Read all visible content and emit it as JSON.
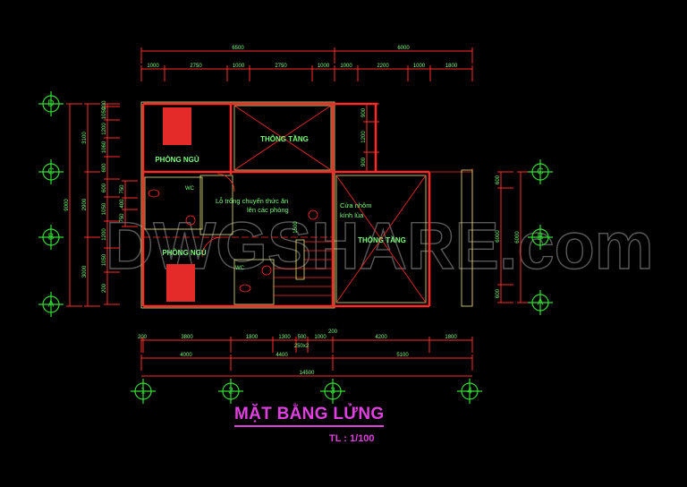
{
  "drawing": {
    "title": "MẶT BẰNG LỬNG",
    "scale": "TL : 1/100",
    "watermark": "DWGSHARE.com",
    "colors": {
      "background": "#000000",
      "walls": "#ff2a2a",
      "text": "#7CFC7C",
      "grid": "#33dd33",
      "title": "#e040e0"
    }
  },
  "rooms": {
    "bedroom_1": "PHÒNG NGỦ",
    "bedroom_2": "PHÒNG NGỦ",
    "void_1": "THÔNG TẦNG",
    "void_2": "THÔNG TẦNG",
    "wc_1": "WC",
    "wc_2": "WC",
    "food_hole_line1": "Lỗ trống chuyển thức ăn",
    "food_hole_line2": "lên các phòng",
    "window_line1": "Cửa nhôm",
    "window_line2": "kính lùa",
    "stair_dim": "1500"
  },
  "grid_axes": {
    "rows": [
      "D",
      "C",
      "B",
      "A"
    ],
    "right_rows": [
      "C",
      "B",
      "A"
    ],
    "columns": [
      "1",
      "2",
      "3",
      "4"
    ]
  },
  "dimensions": {
    "top_overall": [
      "6500",
      "6000"
    ],
    "top_detail": [
      "1000",
      "2750",
      "1000",
      "2750",
      "1000",
      "1000",
      "2200",
      "1000",
      "1800"
    ],
    "bottom_detail": [
      "200",
      "3800",
      "1800",
      "1300",
      "500",
      "1000",
      "4200",
      "1800",
      "200",
      "250x2"
    ],
    "bottom_axes": [
      "4000",
      "4400",
      "5100"
    ],
    "bottom_overall": "14500",
    "left_overall": "9000",
    "left_axes": [
      "3100",
      "2900",
      "3000"
    ],
    "left_detail": [
      "200",
      "1050",
      "1200",
      "1060",
      "600",
      "600",
      "1050",
      "1200",
      "1050",
      "200"
    ],
    "left_inner": [
      "750",
      "400",
      "750"
    ],
    "upper_right": [
      "900",
      "1200",
      "900"
    ],
    "right_detail": [
      "600",
      "6000",
      "600"
    ],
    "right_overall": "6000"
  }
}
